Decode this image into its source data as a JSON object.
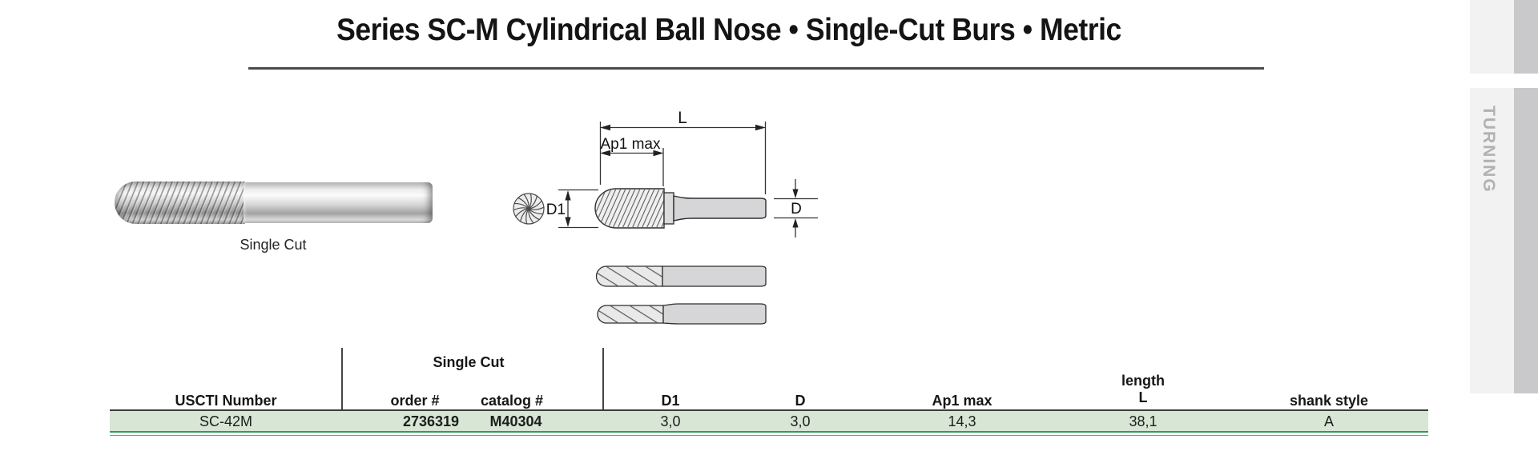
{
  "page": {
    "title": "Series SC-M Cylindrical Ball Nose • Single-Cut Burs • Metric"
  },
  "side_tab": {
    "label": "TURNING"
  },
  "photo": {
    "caption": "Single Cut"
  },
  "diagram": {
    "dim_L": "L",
    "dim_ap1": "Ap1 max",
    "dim_d1": "D1",
    "dim_d": "D"
  },
  "table": {
    "group_header": "Single Cut",
    "headers": {
      "uscti": "USCTI Number",
      "order": "order #",
      "catalog": "catalog #",
      "d1": "D1",
      "d": "D",
      "ap1": "Ap1 max",
      "length_top": "length",
      "length": "L",
      "shank": "shank style"
    },
    "row": {
      "uscti": "SC-42M",
      "order": "2736319",
      "catalog": "M40304",
      "d1": "3,0",
      "d": "3,0",
      "ap1": "14,3",
      "l": "38,1",
      "shank": "A"
    }
  },
  "colors": {
    "row_bg": "#d7e6d5",
    "rule_green": "#2f9c58",
    "tab_gray_light": "#f2f2f3",
    "tab_gray_dark": "#c9c9cb"
  }
}
